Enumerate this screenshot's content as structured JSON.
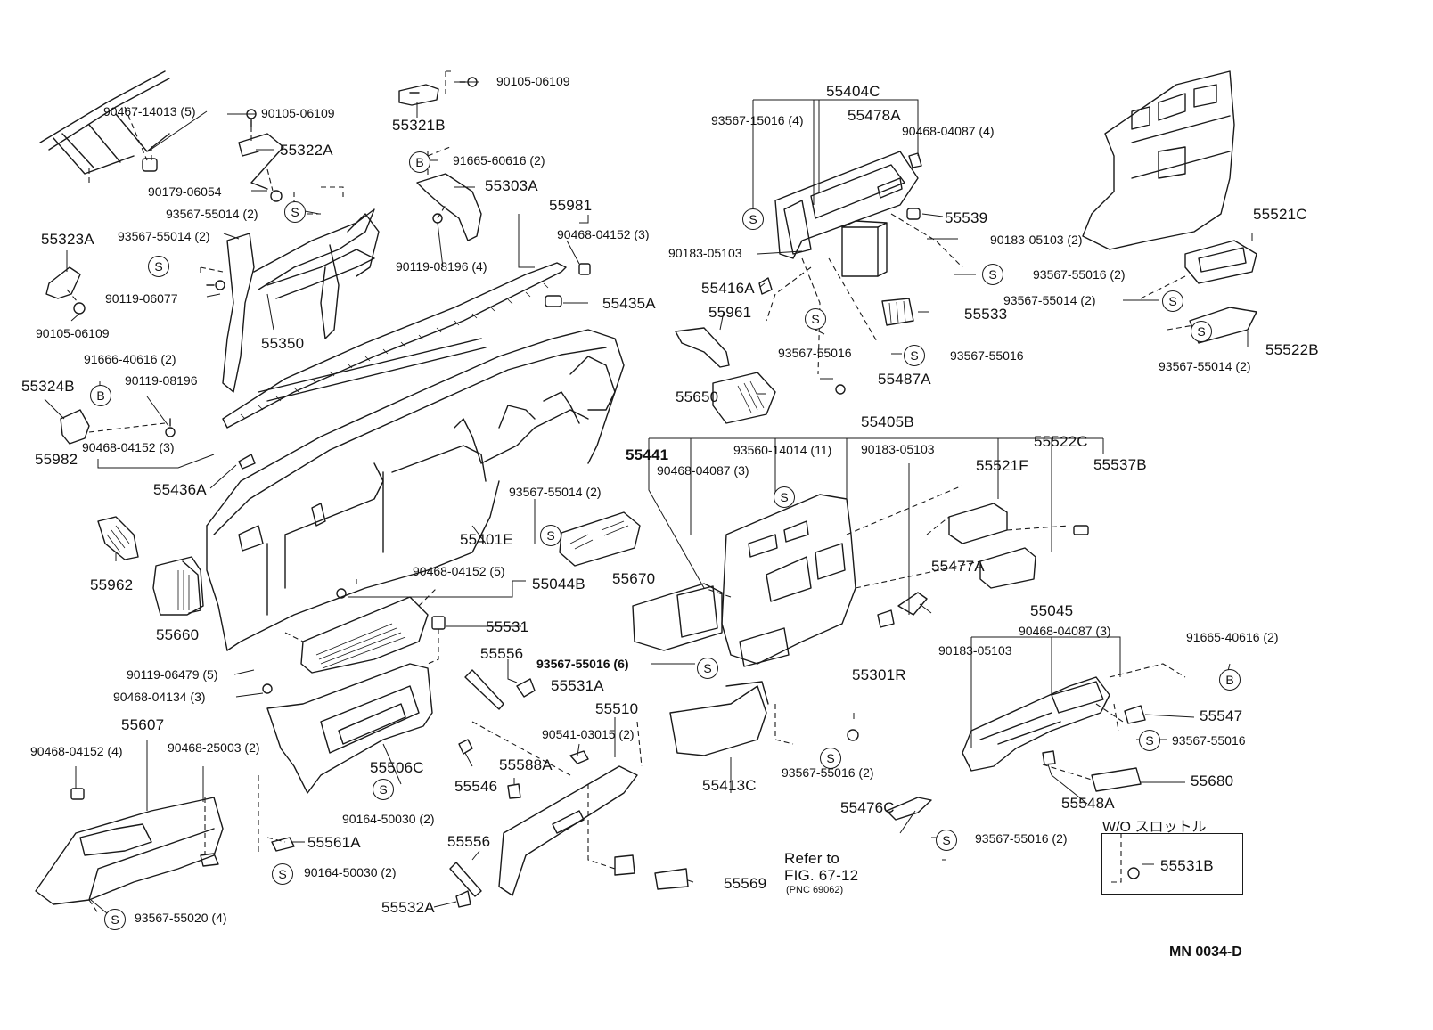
{
  "diagram_code": "MN  0034-D",
  "note": {
    "title": "W/O  スロットル",
    "item": "55531B"
  },
  "reference": {
    "line1": "Refer to",
    "line2": "FIG. 67-12",
    "line3": "(PNC 69062)"
  },
  "markers": {
    "s": "S",
    "b": "B"
  },
  "labels": {
    "p90467_14013": "90467-14013 (5)",
    "p90105_06109_a": "90105-06109",
    "p90105_06109_b": "90105-06109",
    "p90105_06109_c": "90105-06109",
    "p55322A": "55322A",
    "p90179_06054": "90179-06054",
    "p55321B": "55321B",
    "p91665_60616": "91665-60616 (2)",
    "p55303A": "55303A",
    "p93567_55014_2a": "93567-55014 (2)",
    "p93567_55014_2b": "93567-55014 (2)",
    "p55323A": "55323A",
    "p90119_06077": "90119-06077",
    "p90119_08196_4": "90119-08196 (4)",
    "p55981": "55981",
    "p90468_04152_3a": "90468-04152 (3)",
    "p55350": "55350",
    "p55435A": "55435A",
    "p91666_40616": "91666-40616 (2)",
    "p55324B": "55324B",
    "p90119_08196": "90119-08196",
    "p90468_04152_3b": "90468-04152 (3)",
    "p55982": "55982",
    "p55436A": "55436A",
    "p55962": "55962",
    "p55660": "55660",
    "p55401E": "55401E",
    "p90468_04152_5": "90468-04152 (5)",
    "p55044B": "55044B",
    "p55531": "55531",
    "p90119_06479": "90119-06479 (5)",
    "p90468_04134": "90468-04134 (3)",
    "p55607": "55607",
    "p90468_04152_4": "90468-04152 (4)",
    "p90468_25003": "90468-25003 (2)",
    "p55506C": "55506C",
    "p55546": "55546",
    "p90164_50030_2a": "90164-50030 (2)",
    "p55561A": "55561A",
    "p90164_50030_2b": "90164-50030 (2)",
    "p93567_55020": "93567-55020 (4)",
    "p55556a": "55556",
    "p55531A": "55531A",
    "p93567_55016_6": "93567-55016 (6)",
    "p55510": "55510",
    "p90541_03015": "90541-03015 (2)",
    "p55588A": "55588A",
    "p55556b": "55556",
    "p55532A": "55532A",
    "p55569": "55569",
    "p55404C": "55404C",
    "p93567_15016": "93567-15016 (4)",
    "p55478A": "55478A",
    "p90468_04087_4": "90468-04087 (4)",
    "p55539": "55539",
    "p90183_05103a": "90183-05103",
    "p90183_05103_2": "90183-05103 (2)",
    "p55416A": "55416A",
    "p93567_55016_2a": "93567-55016 (2)",
    "p55961": "55961",
    "p55533": "55533",
    "p93567_55016a": "93567-55016",
    "p93567_55016b": "93567-55016",
    "p55487A": "55487A",
    "p55650": "55650",
    "p55521C": "55521C",
    "p93567_55014_2c": "93567-55014 (2)",
    "p55522B": "55522B",
    "p93567_55014_2d": "93567-55014 (2)",
    "p55405B": "55405B",
    "p55441": "55441",
    "p93560_14014": "93560-14014 (11)",
    "p90183_05103b": "90183-05103",
    "p55522C": "55522C",
    "p90468_04087_3a": "90468-04087 (3)",
    "p55521F": "55521F",
    "p55537B": "55537B",
    "p93567_55014_2e": "93567-55014 (2)",
    "p55670": "55670",
    "p55477A": "55477A",
    "p55045": "55045",
    "p90468_04087_3b": "90468-04087 (3)",
    "p90183_05103c": "90183-05103",
    "p91665_40616": "91665-40616 (2)",
    "p55301R": "55301R",
    "p55547": "55547",
    "p93567_55016c": "93567-55016",
    "p93567_55016_2b": "93567-55016 (2)",
    "p55413C": "55413C",
    "p55680": "55680",
    "p55548A": "55548A",
    "p55476C": "55476C",
    "p93567_55016_2c": "93567-55016 (2)"
  }
}
